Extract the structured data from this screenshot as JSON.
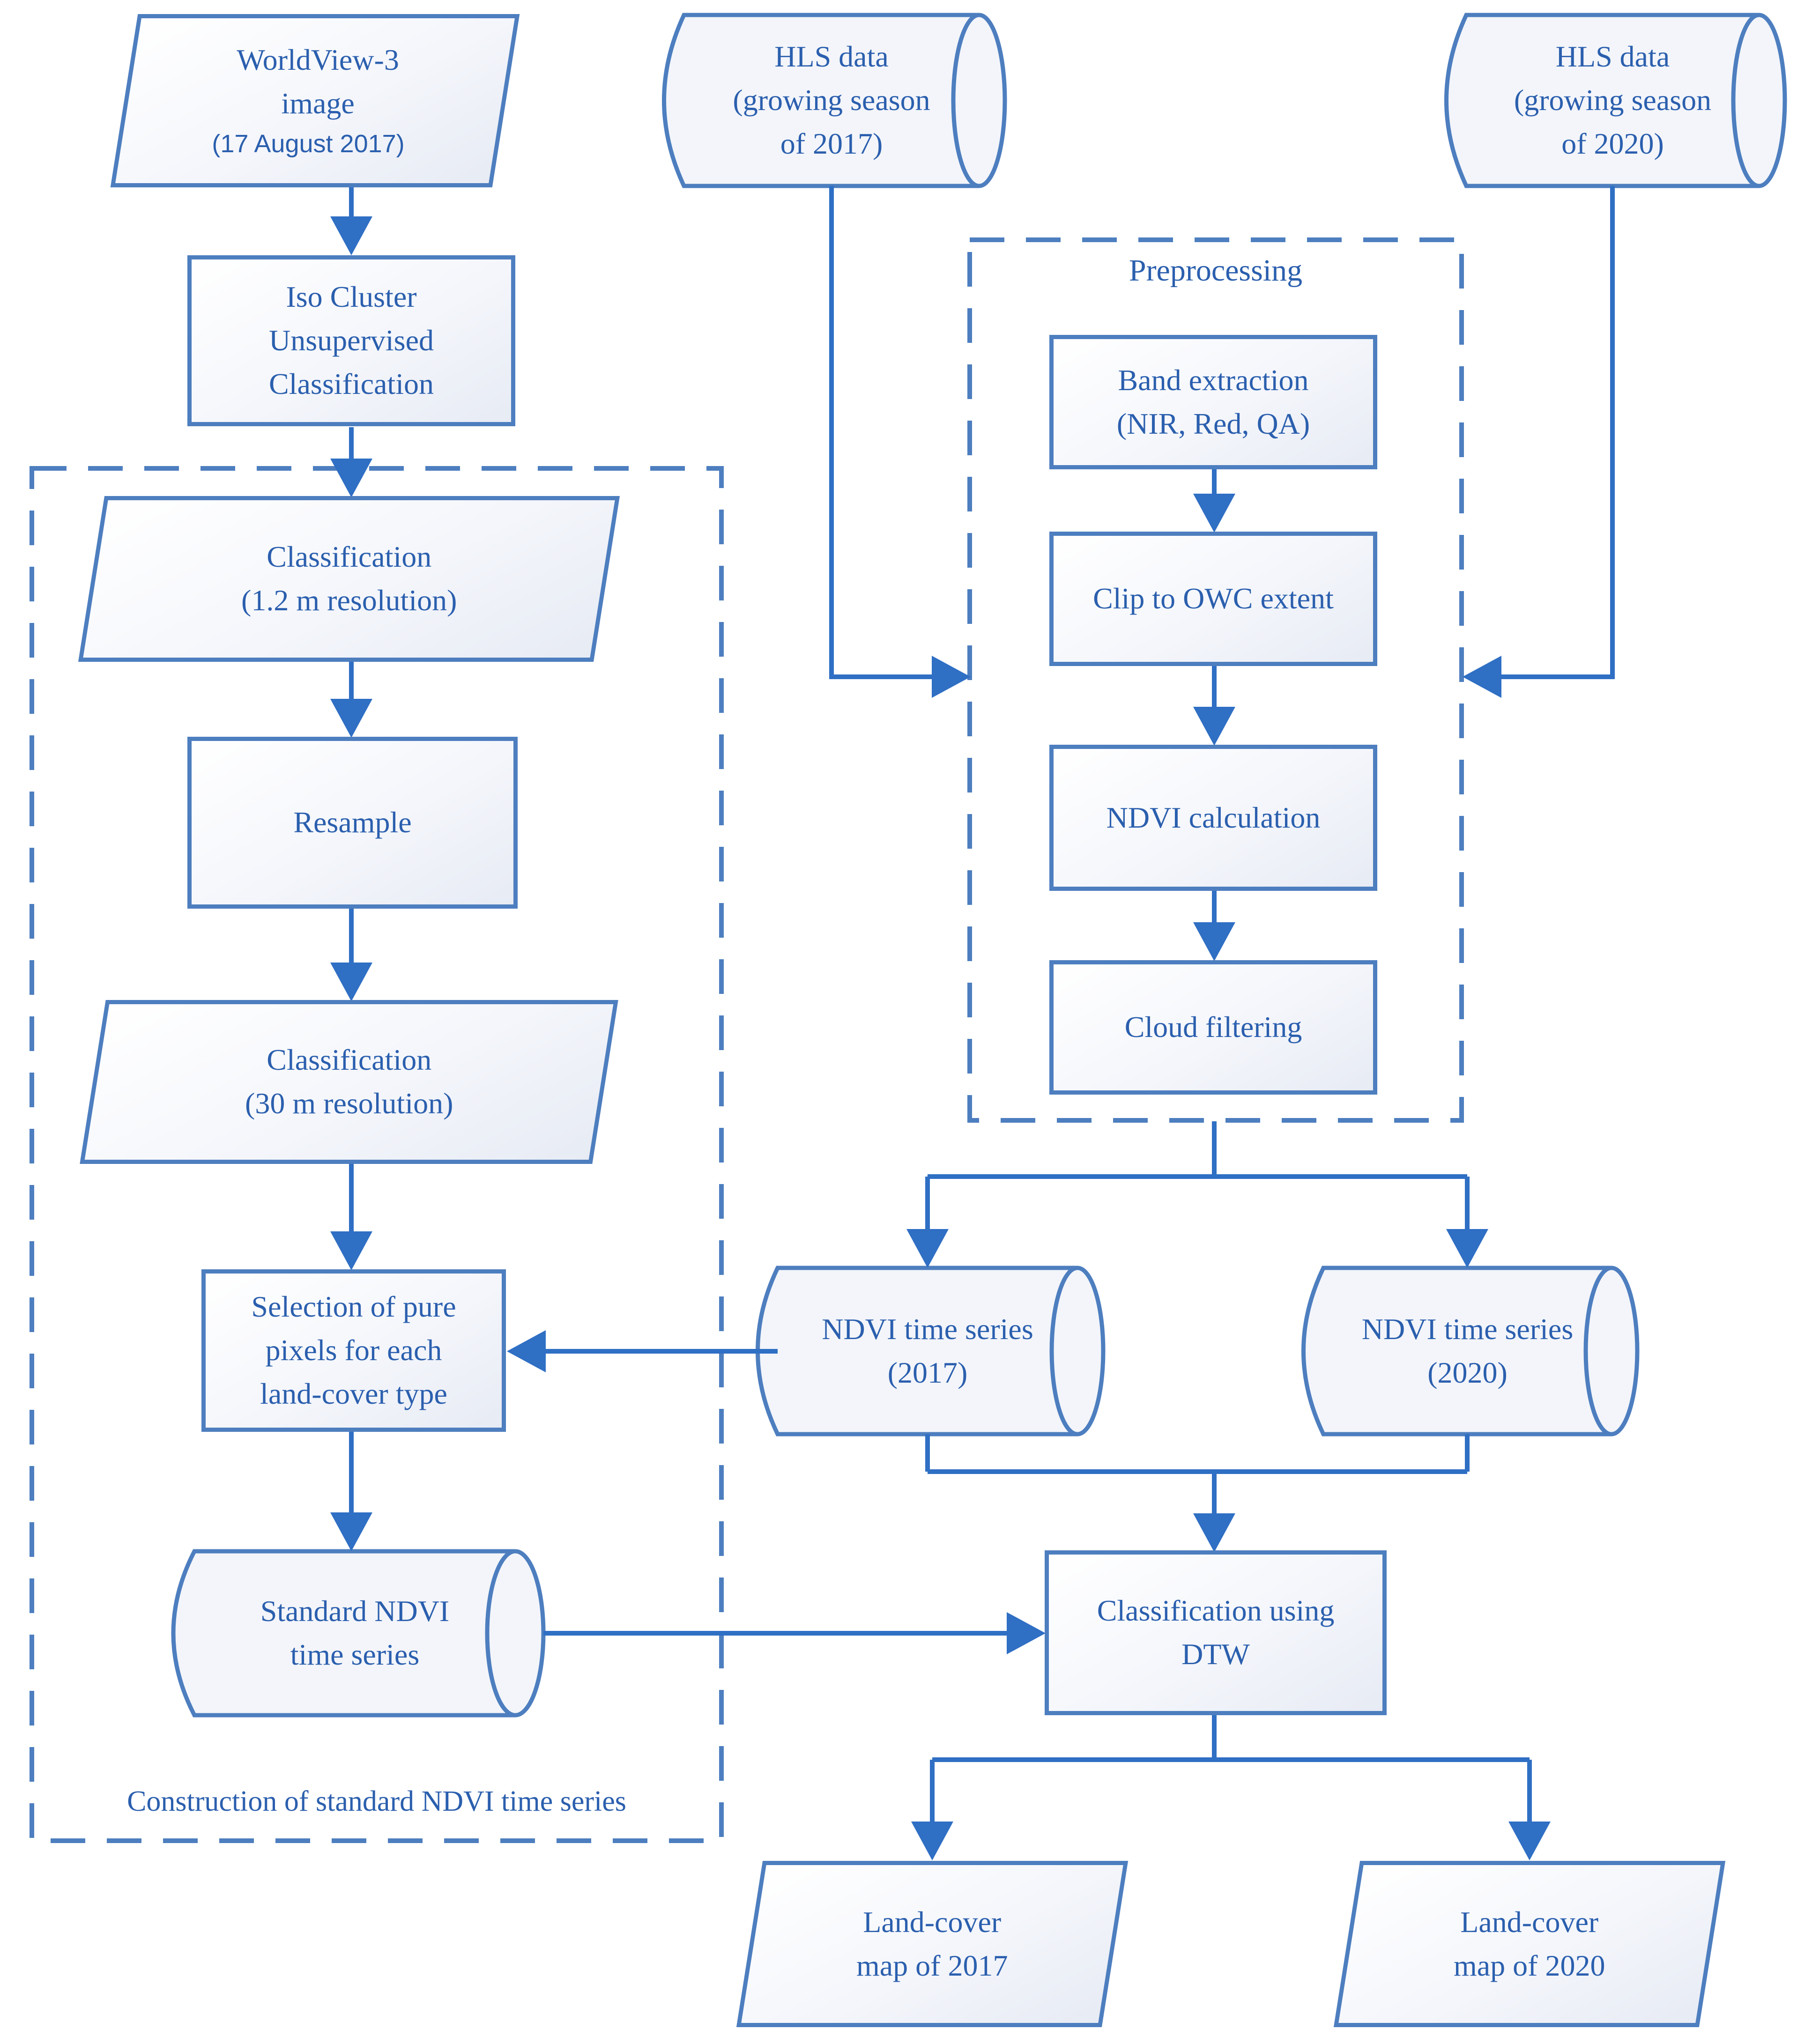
{
  "colors": {
    "border": "#4d7ebf",
    "arrow": "#2f6fc4",
    "text": "#2b5fae",
    "fill-a": "#ffffff",
    "fill-b": "#e7ebf4",
    "cylfill": "#f3f5fa",
    "bg": "#ffffff"
  },
  "nodes": {
    "worldview": {
      "label": "WorldView-3\nimage",
      "sublabel": "(17 August 2017)"
    },
    "iso_cluster": {
      "label": "Iso Cluster\nUnsupervised\nClassification"
    },
    "classification_12m": {
      "label": "Classification\n(1.2 m resolution)"
    },
    "resample": {
      "label": "Resample"
    },
    "classification_30m": {
      "label": "Classification\n(30 m resolution)"
    },
    "pure_pixel_selection": {
      "label": "Selection of pure\npixels for each\nland-cover type"
    },
    "standard_ndvi_series": {
      "label": "Standard NDVI\ntime series"
    },
    "hls_2017": {
      "label": "HLS data\n(growing season\nof 2017)"
    },
    "hls_2020": {
      "label": "HLS data\n(growing season\nof 2020)"
    },
    "band_extraction": {
      "label": "Band extraction\n(NIR, Red, QA)"
    },
    "clip_owc": {
      "label": "Clip to OWC extent"
    },
    "ndvi_calculation": {
      "label": "NDVI calculation"
    },
    "cloud_filtering": {
      "label": "Cloud filtering"
    },
    "ndvi_series_2017": {
      "label": "NDVI time series\n(2017)"
    },
    "ndvi_series_2020": {
      "label": "NDVI time series\n(2020)"
    },
    "dtw_classification": {
      "label": "Classification using\nDTW"
    },
    "landcover_2017": {
      "label": "Land-cover\nmap of 2017"
    },
    "landcover_2020": {
      "label": "Land-cover\nmap of 2020"
    }
  },
  "groups": {
    "preprocessing": {
      "title": "Preprocessing"
    },
    "construction": {
      "title": "Construction of standard NDVI time series"
    }
  }
}
